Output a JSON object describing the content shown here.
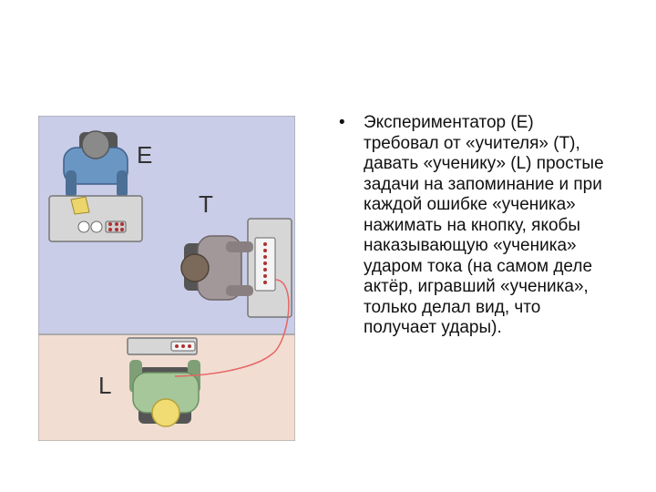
{
  "diagram": {
    "labels": {
      "experimenter": "E",
      "teacher": "T",
      "learner": "L"
    },
    "colors": {
      "top_room": "#c9cde8",
      "bottom_room": "#f1ddd2",
      "experimenter_shirt": "#6a96c4",
      "teacher_shirt": "#a39899",
      "learner_shirt": "#a5c79a",
      "learner_hair": "#f0dc73",
      "wire": "#e86464"
    }
  },
  "slide": {
    "bullet": "•",
    "text": "Экспериментатор (E) требовал от «учителя» (T), давать «ученику» (L) простые задачи на запоминание и при каждой ошибке «ученика» нажимать на кнопку, якобы наказывающую «ученика» ударом тока (на самом деле актёр, игравший «ученика», только делал вид, что получает удары)."
  }
}
